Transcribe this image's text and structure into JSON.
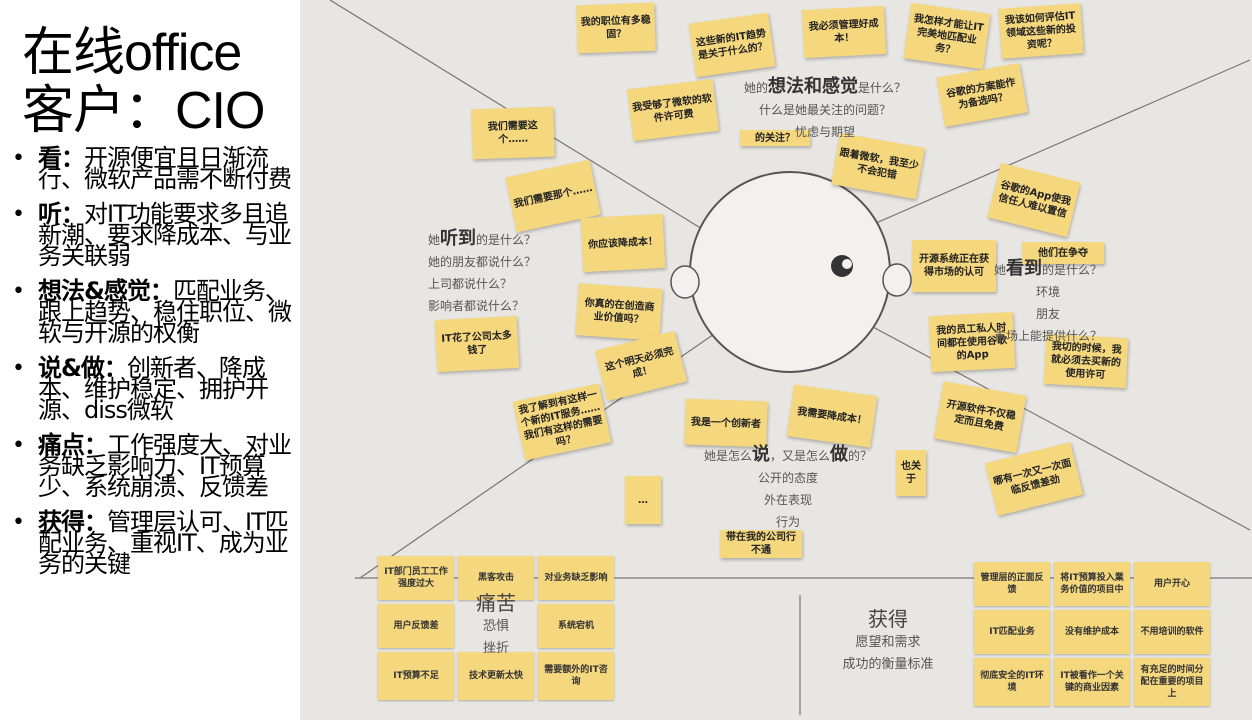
{
  "slide": {
    "title_line1": "在线office",
    "title_line2": "客户：CIO",
    "bullets": [
      {
        "label": "看：",
        "text": "开源便宜且日渐流行、微软产品需不断付费"
      },
      {
        "label": "听：",
        "text": "对IT功能要求多且追新潮、要求降成本、与业务关联弱"
      },
      {
        "label": "想法&感觉：",
        "text": "匹配业务、跟上趋势、稳住职位、微软与开源的权衡"
      },
      {
        "label": "说&做：",
        "text": "创新者、降成本、维护稳定、拥护开源、diss微软"
      },
      {
        "label": "痛点：",
        "text": "工作强度大、对业务缺乏影响力、IT预算少、系统崩溃、反馈差"
      },
      {
        "label": "获得：",
        "text": "管理层认可、IT匹配业务、重视IT、成为业务的关键"
      }
    ]
  },
  "empathy_map": {
    "think_feel": {
      "line1_pre": "她的",
      "line1_big": "想法和感觉",
      "line1_post": "是什么？",
      "line2": "什么是她最关注的问题？",
      "line3": "忧虑与期望"
    },
    "hear": {
      "line1_pre": "她",
      "line1_big": "听到",
      "line1_post": "的是什么？",
      "line2": "她的朋友都说什么？",
      "line3": "上司都说什么？",
      "line4": "影响者都说什么？"
    },
    "see": {
      "line1_pre": "她",
      "line1_big": "看到",
      "line1_post": "的是什么？",
      "line2": "环境",
      "line3": "朋友",
      "line4": "市场上能提供什么？"
    },
    "say_do": {
      "line1_pre": "她是怎么",
      "big1": "说",
      "mid": "，又是怎么",
      "big2": "做",
      "line1_post": "的？",
      "line2": "公开的态度",
      "line3": "外在表现",
      "line4": "行为"
    },
    "pain": {
      "head": "痛苦",
      "line2": "恐惧",
      "line3": "挫折"
    },
    "gain": {
      "head": "获得",
      "line2": "愿望和需求",
      "line3": "成功的衡量标准"
    },
    "notes_top": [
      "我的职位有多稳固？",
      "这些新的IT趋势是关于什么的？",
      "我必须管理好成本！",
      "我怎样才能让IT完美地匹配业务？",
      "我该如何评估IT领域这些新的投资呢？",
      "我受够了微软的软件许可费",
      "谷歌的方案能作为备选吗？",
      "跟着微软，我至少不会犯错",
      "的关注？"
    ],
    "notes_left": [
      "我们需要这个……",
      "我们需要那个……",
      "你应该降成本！",
      "你真的在创造商业价值吗？",
      "IT花了公司太多钱了",
      "这个明天必须完成！",
      "我了解到有这样一个新的IT服务……我们有这样的需要吗？"
    ],
    "notes_right": [
      "谷歌的App使我信任人难以置信",
      "开源系统正在获得市场的认可",
      "他们在争夺",
      "我的员工私人时间都在使用谷歌的App",
      "我切的时候，我就必须去买新的使用许可"
    ],
    "notes_bottom": [
      "我是一个创新者",
      "我需要降成本！",
      "开源软件不仅稳定而且免费",
      "哪有一次又一次面临反馈差劲",
      "…",
      "也关于",
      "带在我的公司行不通"
    ],
    "pain_notes": [
      "IT部门员工工作强度过大",
      "黑客攻击",
      "对业务缺乏影响",
      "用户反馈差",
      "系统宕机",
      "IT预算不足",
      "技术更新太快",
      "需要额外的IT咨询"
    ],
    "gain_notes": [
      "管理层的正面反馈",
      "将IT预算投入業务价值的项目中",
      "用户开心",
      "IT匹配业务",
      "没有维护成本",
      "不用培训的软件",
      "彻底安全的IT环境",
      "IT被看作一个关键的商业因素",
      "有充足的时间分配在重要的项目上"
    ]
  }
}
